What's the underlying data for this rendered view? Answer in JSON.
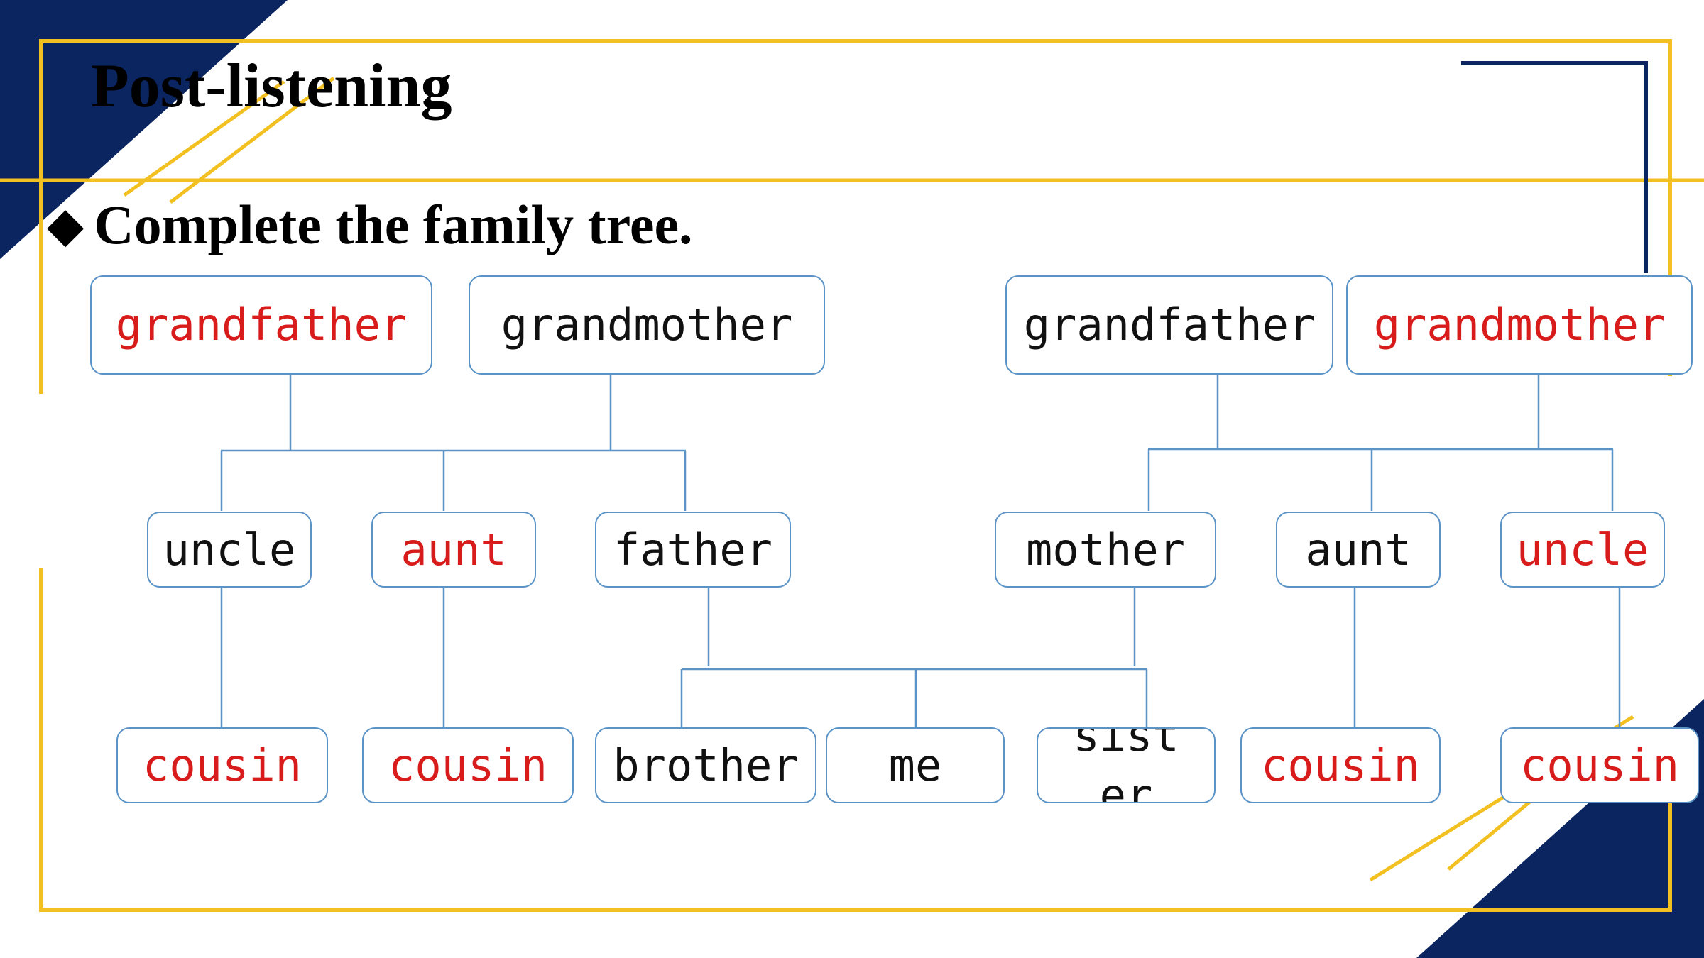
{
  "slide": {
    "title": "Post-listening",
    "subtitle_bullet": "◆",
    "subtitle": "Complete the family tree.",
    "colors": {
      "navy": "#0b2561",
      "gold": "#f2c121",
      "box_border": "#5b93c7",
      "answer_red": "#d81b1b",
      "text_black": "#111111"
    }
  },
  "tree": {
    "top": {
      "grandfather_left": "grandfather",
      "grandmother_left": "grandmother",
      "grandfather_right": "grandfather",
      "grandmother_right": "grandmother"
    },
    "middle": {
      "uncle_left": "uncle",
      "aunt_left": "aunt",
      "father": "father",
      "mother": "mother",
      "aunt_right": "aunt",
      "uncle_right": "uncle"
    },
    "bottom": {
      "cousin_1": "cousin",
      "cousin_2": "cousin",
      "brother": "brother",
      "me": "me",
      "sister": "sister",
      "cousin_3": "cousin",
      "cousin_4": "cousin"
    }
  }
}
